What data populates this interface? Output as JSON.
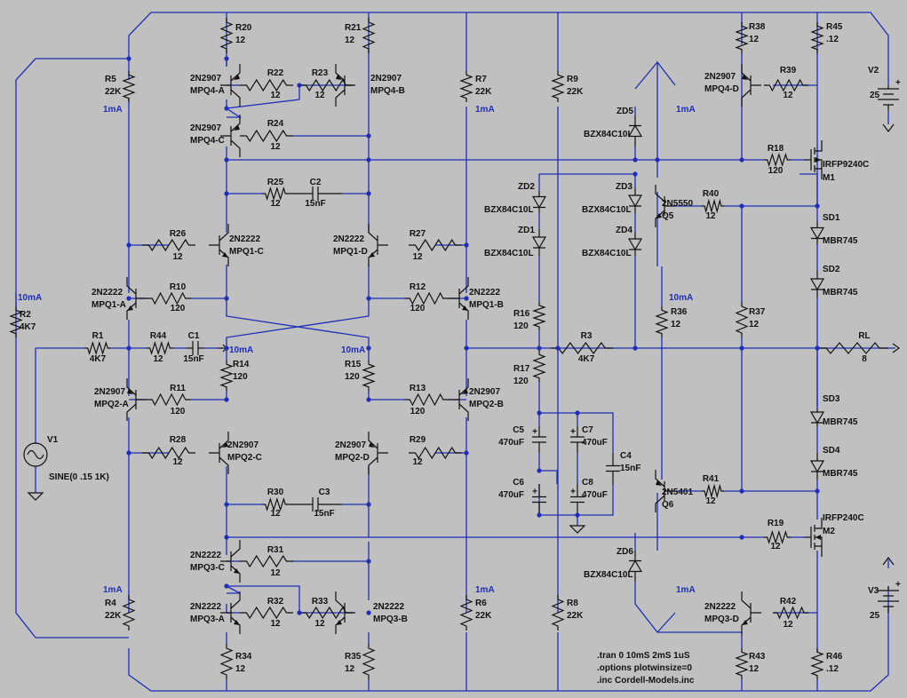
{
  "colors": {
    "background": "#c0c0c0",
    "wire": "#1f2db8",
    "component": "#111111"
  },
  "resistors": [
    {
      "id": "r20",
      "name": "R20",
      "value": "12"
    },
    {
      "id": "r21",
      "name": "R21",
      "value": "12"
    },
    {
      "id": "r22",
      "name": "R22",
      "value": "12"
    },
    {
      "id": "r23",
      "name": "R23",
      "value": "12"
    },
    {
      "id": "r24",
      "name": "R24",
      "value": "12"
    },
    {
      "id": "r25",
      "name": "R25",
      "value": "12"
    },
    {
      "id": "r26",
      "name": "R26",
      "value": "12"
    },
    {
      "id": "r27",
      "name": "R27",
      "value": "12"
    },
    {
      "id": "r10",
      "name": "R10",
      "value": "120"
    },
    {
      "id": "r12",
      "name": "R12",
      "value": "120"
    },
    {
      "id": "r5",
      "name": "R5",
      "value": "22K"
    },
    {
      "id": "r7",
      "name": "R7",
      "value": "22K"
    },
    {
      "id": "r9",
      "name": "R9",
      "value": "22K"
    },
    {
      "id": "r2",
      "name": "R2",
      "value": "4K7"
    },
    {
      "id": "r1",
      "name": "R1",
      "value": "4K7"
    },
    {
      "id": "r44",
      "name": "R44",
      "value": "12"
    },
    {
      "id": "r14",
      "name": "R14",
      "value": "120"
    },
    {
      "id": "r15",
      "name": "R15",
      "value": "120"
    },
    {
      "id": "r11",
      "name": "R11",
      "value": "120"
    },
    {
      "id": "r13",
      "name": "R13",
      "value": "120"
    },
    {
      "id": "r28",
      "name": "R28",
      "value": "12"
    },
    {
      "id": "r29",
      "name": "R29",
      "value": "12"
    },
    {
      "id": "r30",
      "name": "R30",
      "value": "12"
    },
    {
      "id": "r31",
      "name": "R31",
      "value": "12"
    },
    {
      "id": "r32",
      "name": "R32",
      "value": "12"
    },
    {
      "id": "r33",
      "name": "R33",
      "value": "12"
    },
    {
      "id": "r34",
      "name": "R34",
      "value": "12"
    },
    {
      "id": "r35",
      "name": "R35",
      "value": "12"
    },
    {
      "id": "r4",
      "name": "R4",
      "value": "22K"
    },
    {
      "id": "r6",
      "name": "R6",
      "value": "22K"
    },
    {
      "id": "r8",
      "name": "R8",
      "value": "22K"
    },
    {
      "id": "r16",
      "name": "R16",
      "value": "120"
    },
    {
      "id": "r17",
      "name": "R17",
      "value": "120"
    },
    {
      "id": "r3",
      "name": "R3",
      "value": "4K7"
    },
    {
      "id": "r38",
      "name": "R38",
      "value": "12"
    },
    {
      "id": "r39",
      "name": "R39",
      "value": "12"
    },
    {
      "id": "r45",
      "name": "R45",
      "value": ".12"
    },
    {
      "id": "r18",
      "name": "R18",
      "value": "120"
    },
    {
      "id": "r40",
      "name": "R40",
      "value": "12"
    },
    {
      "id": "r36",
      "name": "R36",
      "value": "12"
    },
    {
      "id": "r37",
      "name": "R37",
      "value": "12"
    },
    {
      "id": "rl",
      "name": "RL",
      "value": "8"
    },
    {
      "id": "r41",
      "name": "R41",
      "value": "12"
    },
    {
      "id": "r19",
      "name": "R19",
      "value": "12"
    },
    {
      "id": "r42",
      "name": "R42",
      "value": "12"
    },
    {
      "id": "r43",
      "name": "R43",
      "value": "12"
    },
    {
      "id": "r46",
      "name": "R46",
      "value": ".12"
    }
  ],
  "capacitors": [
    {
      "id": "c2",
      "name": "C2",
      "value": "15nF"
    },
    {
      "id": "c1",
      "name": "C1",
      "value": "15nF"
    },
    {
      "id": "c3",
      "name": "C3",
      "value": "15nF"
    },
    {
      "id": "c5",
      "name": "C5",
      "value": "470uF"
    },
    {
      "id": "c7",
      "name": "C7",
      "value": "470uF"
    },
    {
      "id": "c6",
      "name": "C6",
      "value": "470uF"
    },
    {
      "id": "c8",
      "name": "C8",
      "value": "470uF"
    },
    {
      "id": "c4",
      "name": "C4",
      "value": "15nF"
    }
  ],
  "transistors": [
    {
      "id": "q4a",
      "part": "2N2907",
      "name": "MPQ4-A"
    },
    {
      "id": "q4b",
      "part": "2N2907",
      "name": "MPQ4-B"
    },
    {
      "id": "q4c",
      "part": "2N2907",
      "name": "MPQ4-C"
    },
    {
      "id": "q1c",
      "part": "2N2222",
      "name": "MPQ1-C"
    },
    {
      "id": "q1d",
      "part": "2N2222",
      "name": "MPQ1-D"
    },
    {
      "id": "q1a",
      "part": "2N2222",
      "name": "MPQ1-A"
    },
    {
      "id": "q1b",
      "part": "2N2222",
      "name": "MPQ1-B"
    },
    {
      "id": "q2a",
      "part": "2N2907",
      "name": "MPQ2-A"
    },
    {
      "id": "q2b",
      "part": "2N2907",
      "name": "MPQ2-B"
    },
    {
      "id": "q2c",
      "part": "2N2907",
      "name": "MPQ2-C"
    },
    {
      "id": "q2d",
      "part": "2N2907",
      "name": "MPQ2-D"
    },
    {
      "id": "q3c",
      "part": "2N2222",
      "name": "MPQ3-C"
    },
    {
      "id": "q3a",
      "part": "2N2222",
      "name": "MPQ3-A"
    },
    {
      "id": "q3b",
      "part": "2N2222",
      "name": "MPQ3-B"
    },
    {
      "id": "q4d",
      "part": "2N2907",
      "name": "MPQ4-D"
    },
    {
      "id": "q3d",
      "part": "2N2222",
      "name": "MPQ3-D"
    },
    {
      "id": "q5",
      "part": "2N5550",
      "name": "Q5"
    },
    {
      "id": "q6",
      "part": "2N5401",
      "name": "Q6"
    }
  ],
  "mosfets": [
    {
      "id": "m1",
      "name": "M1",
      "part": "IRFP9240C"
    },
    {
      "id": "m2",
      "name": "M2",
      "part": "IRFP240C"
    }
  ],
  "diodes": [
    {
      "id": "zd5",
      "name": "ZD5",
      "part": "BZX84C10L"
    },
    {
      "id": "zd2",
      "name": "ZD2",
      "part": "BZX84C10L"
    },
    {
      "id": "zd1",
      "name": "ZD1",
      "part": "BZX84C10L"
    },
    {
      "id": "zd3",
      "name": "ZD3",
      "part": "BZX84C10L"
    },
    {
      "id": "zd4",
      "name": "ZD4",
      "part": "BZX84C10L"
    },
    {
      "id": "zd6",
      "name": "ZD6",
      "part": "BZX84C10L"
    },
    {
      "id": "sd1",
      "name": "SD1",
      "part": "MBR745"
    },
    {
      "id": "sd2",
      "name": "SD2",
      "part": "MBR745"
    },
    {
      "id": "sd3",
      "name": "SD3",
      "part": "MBR745"
    },
    {
      "id": "sd4",
      "name": "SD4",
      "part": "MBR745"
    }
  ],
  "sources": [
    {
      "id": "v1",
      "name": "V1",
      "value": "SINE(0 .15 1K)"
    },
    {
      "id": "v2",
      "name": "V2",
      "value": "25"
    },
    {
      "id": "v3",
      "name": "V3",
      "value": "25"
    }
  ],
  "currents": [
    {
      "id": "cur_r5",
      "text": "1mA"
    },
    {
      "id": "cur_r7",
      "text": "1mA"
    },
    {
      "id": "cur_r2",
      "text": "10mA"
    },
    {
      "id": "cur_r14",
      "text": "10mA"
    },
    {
      "id": "cur_r15",
      "text": "10mA"
    },
    {
      "id": "cur_r4",
      "text": "1mA"
    },
    {
      "id": "cur_r6",
      "text": "1mA"
    },
    {
      "id": "cur_q4d",
      "text": "1mA"
    },
    {
      "id": "cur_r36",
      "text": "10mA"
    },
    {
      "id": "cur_q3d",
      "text": "1mA"
    }
  ],
  "directives": [
    ".tran 0 10mS 2mS 1uS",
    ".options plotwinsize=0",
    ".inc Cordell-Models.inc"
  ]
}
